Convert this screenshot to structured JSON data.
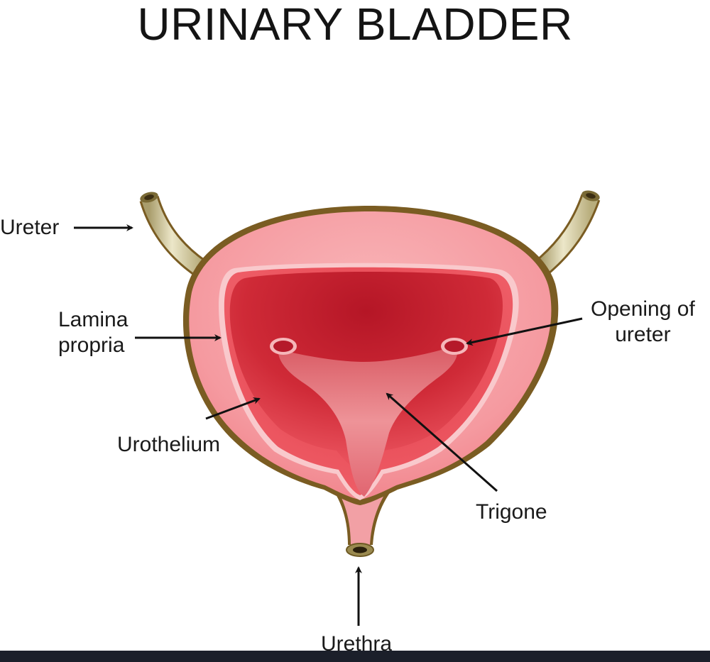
{
  "title": "URINARY BLADDER",
  "labels": {
    "ureter": "Ureter",
    "lamina_propria": [
      "Lamina",
      "propria"
    ],
    "urothelium": "Urothelium",
    "opening_of_ureter": [
      "Opening of",
      "ureter"
    ],
    "trigone": "Trigone",
    "urethra": "Urethra"
  },
  "colors": {
    "outer_wall": "#7a5c22",
    "lamina": "#f6a2a6",
    "urothelium": "#ee5560",
    "cavity": "#c11f2d",
    "trigone": "#ea8a8f",
    "tube": "#d8d2a6",
    "arrow": "#111111",
    "bottom_bar": "#1b1f2a"
  }
}
